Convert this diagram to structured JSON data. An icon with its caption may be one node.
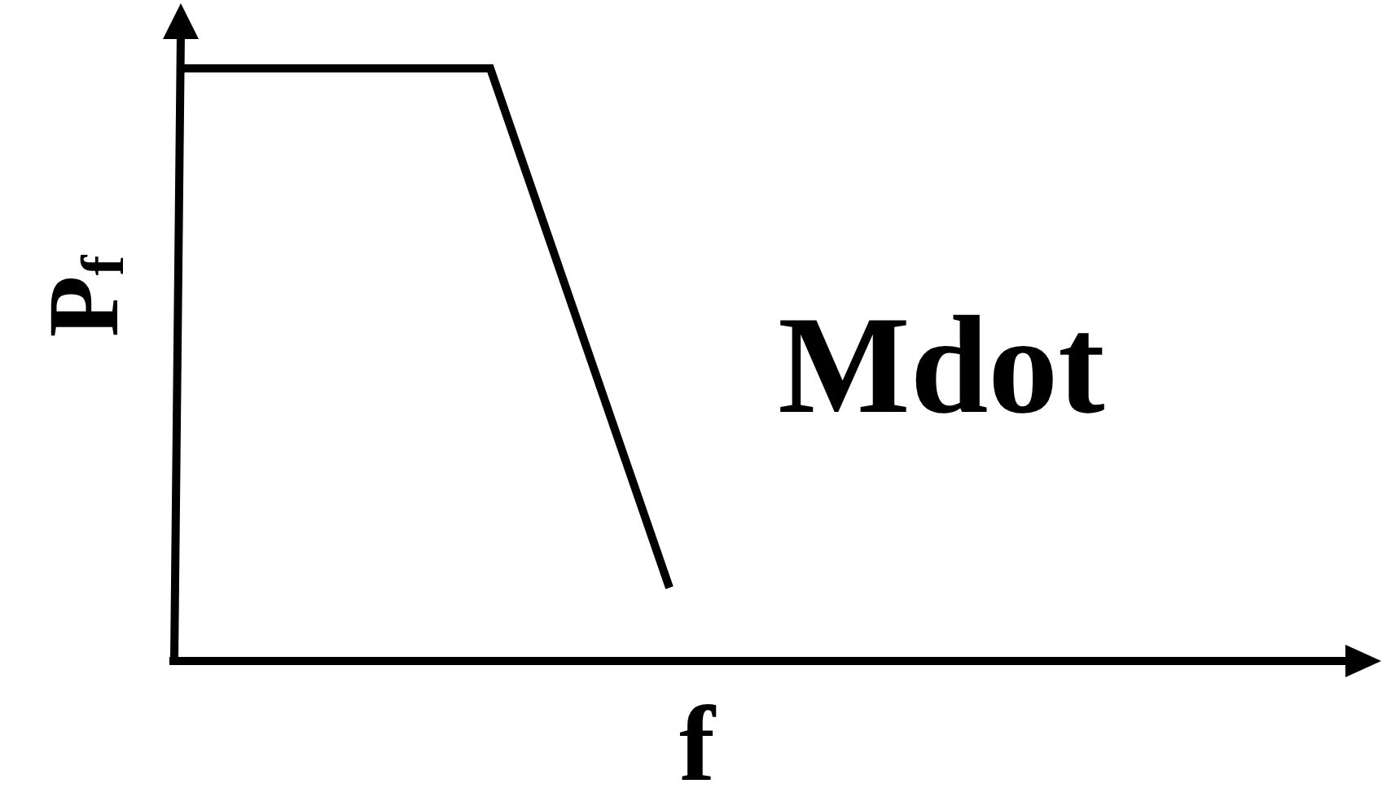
{
  "diagram": {
    "labels": [
      "P$_{f}$",
      "Mdot",
      "f"
    ]
  }
}
